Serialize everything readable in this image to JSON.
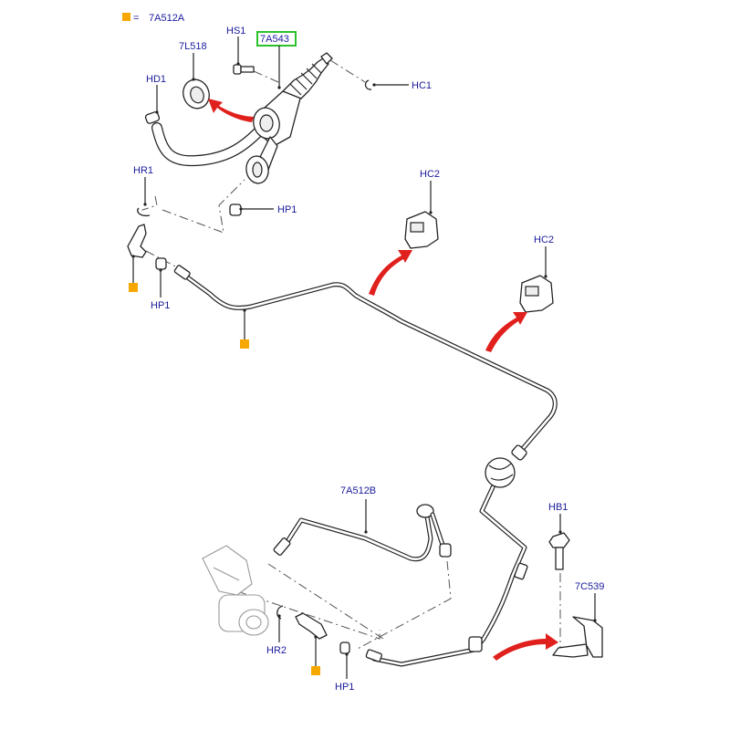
{
  "diagram": {
    "title": "Clutch hydraulic system exploded view",
    "legend": {
      "symbol": "orange-square",
      "equals": "=",
      "part": "7A512A",
      "color": "#f7a800"
    },
    "highlight_color": "#2cc12c",
    "arrow_color": "#e0201c",
    "label_color": "#1a1a9c",
    "labels": {
      "hs1": "HS1",
      "a543": "7A543",
      "l518": "7L518",
      "hd1": "HD1",
      "hc1": "HC1",
      "hr1": "HR1",
      "hp1_top": "HP1",
      "hp1_left": "HP1",
      "hc2_a": "HC2",
      "hc2_b": "HC2",
      "a512b": "7A512B",
      "hb1": "HB1",
      "c539": "7C539",
      "hr2": "HR2",
      "hp1_bottom": "HP1"
    },
    "highlighted_part": "7A543"
  }
}
